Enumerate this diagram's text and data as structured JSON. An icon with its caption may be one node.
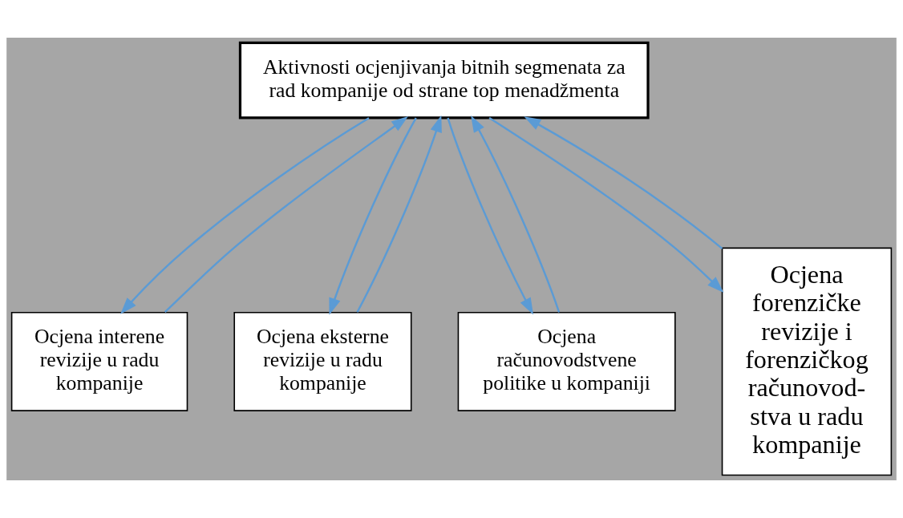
{
  "diagram": {
    "nodes": [
      {
        "text": [
          "Aktivnosti ocjenjivanja bitnih segmenata za rad kompanije od strane top menadžmenta"
        ]
      },
      {
        "text": [
          "Ocjena interene revizije u radu kompanije"
        ]
      },
      {
        "text": [
          "Ocjena eksterne revizije u radu kompanije"
        ]
      },
      {
        "text": [
          "Ocjena računovodstvene politike u kompaniji"
        ]
      },
      {
        "text": [
          "Ocjena forenzičke revizije i forenzičkog računovod- stva u radu kompanije"
        ]
      }
    ],
    "edges": [
      {
        "from": 1,
        "to": 0,
        "arrow": "to"
      },
      {
        "from": 0,
        "to": 1,
        "arrow": "to"
      },
      {
        "from": 2,
        "to": 0,
        "arrow": "to"
      },
      {
        "from": 0,
        "to": 2,
        "arrow": "to"
      },
      {
        "from": 3,
        "to": 0,
        "arrow": "to"
      },
      {
        "from": 0,
        "to": 3,
        "arrow": "to"
      },
      {
        "from": 0,
        "to": 4,
        "arrow": "to"
      },
      {
        "from": 4,
        "to": 0,
        "arrow": "to"
      }
    ]
  }
}
